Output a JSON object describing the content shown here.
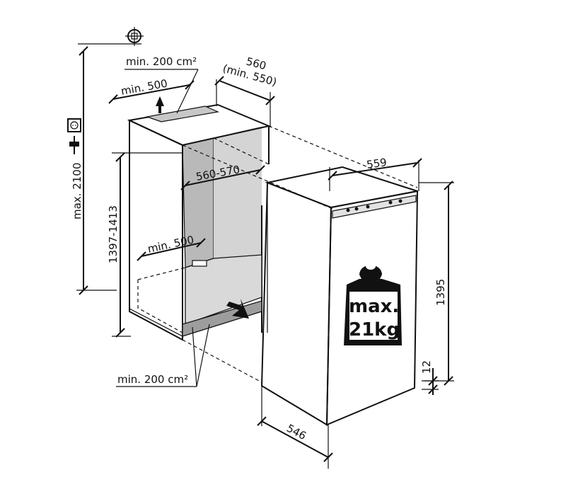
{
  "labels": {
    "top_vent_area": "min. 200 cm²",
    "top_vent_depth": "min. 500",
    "niche_width": "560",
    "niche_width_min": "(min. 550)",
    "max_height": "max. 2100",
    "inner_width": "560-570",
    "niche_height": "1397-1413",
    "bottom_vent_depth": "min. 500",
    "bottom_vent_area": "min. 200 cm²",
    "appliance_width": "559",
    "appliance_height": "1395",
    "plinth_height": "12",
    "appliance_depth": "546",
    "weight_line1": "max.",
    "weight_line2": "21kg"
  },
  "icons": [
    "crosshair-icon",
    "power-socket-icon",
    "power-plug-icon",
    "weight-icon",
    "airflow-arrow-icon"
  ]
}
